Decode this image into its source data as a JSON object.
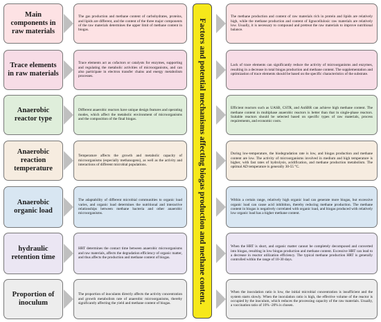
{
  "center_title": "Factors and potential mechanisms affecting biogas production and methane content.",
  "colors": {
    "center": "#f6e81a",
    "row1": "#fde2e4",
    "row2": "#f7dce6",
    "row3": "#dfeedb",
    "row4": "#f6ece0",
    "row5": "#d8e6f2",
    "row6": "#ebe6f3",
    "row7": "#ededed",
    "arrow": "#bfbfbf"
  },
  "factors": [
    {
      "title": "Main components in raw materials",
      "left": "The gas production and methane content of carbohydrates, proteins, and lipids are different, and the content of the three major components of the raw materials determines the upper limit of methane content in biogas.",
      "right": "The methane production and content of raw materials rich in protein and lipids are relatively high, while the methane production and content of lignocellulosic raw materials are relatively low. Usually, it is necessary to compound and pretreat the raw materials to improve nutritional balance."
    },
    {
      "title": "Trace elements in raw materials",
      "left": "Trace elements act as cofactors or catalysts for enzymes, supporting and regulating the metabolic activities of microorganisms, and can also participate in electron transfer chains and energy metabolism processes.",
      "right": "Lack of trace elements can significantly reduce the activity of microorganisms and enzymes, resulting in a decrease in total biogas production and methane content. The supplementation and optimization of trace elements should be based on the specific characteristics of the substrate."
    },
    {
      "title": "Anaerobic reactor type",
      "left": "Different anaerobic reactors have unique design features and operating modes, which affect the metabolic environment of microorganisms and the composition of the final biogas.",
      "right": "Efficient reactors such as UASB, CSTR, and AnSBR can achieve high methane content. The methane content in multiphase anaerobic reactors is better than that in single-phase reactors. Suitable reactors should be selected based on specific types of raw materials, process requirements, and economic costs."
    },
    {
      "title": "Anaerobic reaction temperature",
      "left": "Temperature affects the growth and metabolic capacity of microorganisms (especially methanogens), as well as the activity and interactions of different microbial populations.",
      "right": "During low-temperature, the biodegradation rate is low, and biogas production and methane content are low. The activity of microorganisms involved in medium and high temperature is higher, with fast rates of hydrolysis, acidification, and methane production metabolism. The optimal AD temperature is generally 30-55 °C."
    },
    {
      "title": "Anaerobic organic load",
      "left": "The adaptability of different microbial communities to organic load varies, and organic load determines the nutritional and interactive relationships between methane bacteria and other anaerobic microorganisms.",
      "right": "Within a certain range, relatively high organic load can generate more biogas, but excessive organic load can cause acid inhibition, thereby reducing methane production. The methane content in biogas is negatively correlated with organic load, and biogas produced with relatively low organic load has a higher methane content."
    },
    {
      "title": "hydraulic retention time",
      "left": "HRT determines the contact time between anaerobic microorganisms and raw materials, affects the degradation efficiency of organic matter, and thus affects the production and methane content of biogas.",
      "right": "When the HRT is short, and organic matter cannot be completely decomposed and converted into biogas, resulting in low biogas production and methane content. Excessive HRT can lead to a decrease in reactor utilization efficiency. The typical methane production HRT is generally controlled within the range of 10-30 days."
    },
    {
      "title": "Proportion of inoculum",
      "left": "The proportion of inoculants directly affects the activity concentration and growth metabolism rate of anaerobic microorganisms, thereby significantly affecting the yield and methane content of biogas.",
      "right": "When the inoculation ratio is low, the initial microbial concentration is insufficient and the system starts slowly. When the inoculation ratio is high, the effective volume of the reactor is occupied by the inoculum, which reduces the processing capacity of the raw materials. Usually, a vaccination ratio of 10% -20% is chosen."
    }
  ]
}
